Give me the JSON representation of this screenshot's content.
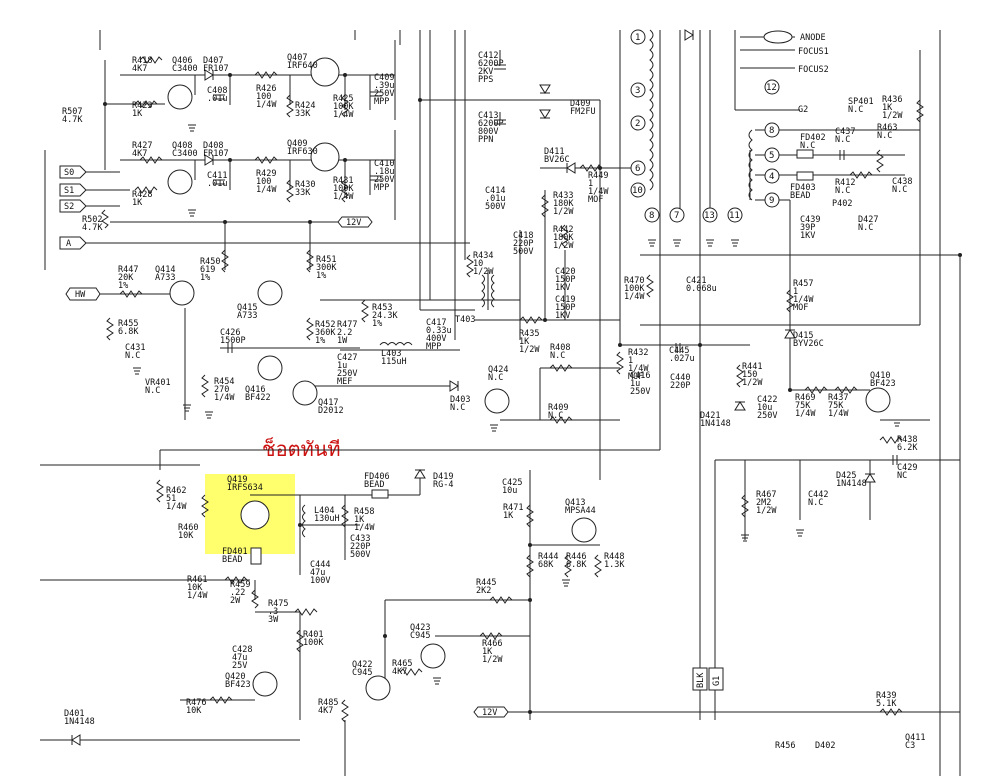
{
  "annotation": "ช็อตทันที",
  "highlight_color": "#ffff55",
  "annotation_color": "#cc1111",
  "net_labels": {
    "s0": "S0",
    "s1": "S1",
    "s2": "S2",
    "a": "A",
    "hw": "HW",
    "v12_top": "12V",
    "v12_bottom": "12V",
    "blk": "BLK",
    "g1": "G1",
    "anode": "ANODE",
    "focus1": "FOCUS1",
    "focus2": "FOCUS2",
    "g2": "G2"
  },
  "components": [
    {
      "ref": "R418",
      "value": "4K7"
    },
    {
      "ref": "Q406",
      "value": "C3400"
    },
    {
      "ref": "D407",
      "value": "FR107"
    },
    {
      "ref": "Q407",
      "value": "IRF640"
    },
    {
      "ref": "C412",
      "value": "6200P 2KV PPS"
    },
    {
      "ref": "R507",
      "value": "4.7K"
    },
    {
      "ref": "R423",
      "value": "1K"
    },
    {
      "ref": "C408",
      "value": ".01u"
    },
    {
      "ref": "R426",
      "value": "100 1/4W"
    },
    {
      "ref": "R424",
      "value": "33K"
    },
    {
      "ref": "R425",
      "value": "100K 1/4W"
    },
    {
      "ref": "C409",
      "value": ".39u 250V MPP"
    },
    {
      "ref": "C413",
      "value": "6200P 800V PPN"
    },
    {
      "ref": "D409",
      "value": "FM2FU"
    },
    {
      "ref": "R427",
      "value": "4K7"
    },
    {
      "ref": "Q408",
      "value": "C3400"
    },
    {
      "ref": "D408",
      "value": "FR107"
    },
    {
      "ref": "Q409",
      "value": "IRF630"
    },
    {
      "ref": "C410",
      "value": ".18u 250V MPP"
    },
    {
      "ref": "R428",
      "value": "1K"
    },
    {
      "ref": "C411",
      "value": ".01u"
    },
    {
      "ref": "R429",
      "value": "100 1/4W"
    },
    {
      "ref": "R430",
      "value": "33K"
    },
    {
      "ref": "R431",
      "value": "100K 1/4W"
    },
    {
      "ref": "R502",
      "value": "4.7K"
    },
    {
      "ref": "D411",
      "value": "BV26C"
    },
    {
      "ref": "R449",
      "value": "1 1/4W MOF"
    },
    {
      "ref": "C414",
      "value": ".01u 500V"
    },
    {
      "ref": "R433",
      "value": "180K 1/2W"
    },
    {
      "ref": "R442",
      "value": "180K 1/2W"
    },
    {
      "ref": "C418",
      "value": "220P 500V"
    },
    {
      "ref": "C420",
      "value": "150P 1KV"
    },
    {
      "ref": "C419",
      "value": "150P 1KV"
    },
    {
      "ref": "R434",
      "value": "10 1/2W"
    },
    {
      "ref": "T403",
      "value": ""
    },
    {
      "ref": "R435",
      "value": "1K 1/2W"
    },
    {
      "ref": "R450",
      "value": "619 1%"
    },
    {
      "ref": "R451",
      "value": "300K 1%"
    },
    {
      "ref": "R447",
      "value": "20K 1%"
    },
    {
      "ref": "Q414",
      "value": "A733"
    },
    {
      "ref": "Q415",
      "value": "A733"
    },
    {
      "ref": "R453",
      "value": "24.3K 1%"
    },
    {
      "ref": "R455",
      "value": "6.8K"
    },
    {
      "ref": "C426",
      "value": "1500P"
    },
    {
      "ref": "R452",
      "value": "360K 1%"
    },
    {
      "ref": "R477",
      "value": "2.2 1W"
    },
    {
      "ref": "C417",
      "value": "0.33u 400V MPP"
    },
    {
      "ref": "C427",
      "value": "1u 250V MEF"
    },
    {
      "ref": "L403",
      "value": "115uH"
    },
    {
      "ref": "C431",
      "value": "N.C"
    },
    {
      "ref": "VR401",
      "value": "N.C"
    },
    {
      "ref": "R454",
      "value": "270 1/4W"
    },
    {
      "ref": "Q416",
      "value": "BF422"
    },
    {
      "ref": "Q417",
      "value": "D2012"
    },
    {
      "ref": "D403",
      "value": "N.C"
    },
    {
      "ref": "Q424",
      "value": "N.C"
    },
    {
      "ref": "R408",
      "value": "N.C"
    },
    {
      "ref": "R409",
      "value": "N.C"
    },
    {
      "ref": "R432",
      "value": "1 1/4W MOF"
    },
    {
      "ref": "C445",
      "value": ".027u"
    },
    {
      "ref": "C440",
      "value": "220P"
    },
    {
      "ref": "C416",
      "value": "1u 250V"
    },
    {
      "ref": "R441",
      "value": "150 1/2W"
    },
    {
      "ref": "D421",
      "value": "1N4148"
    },
    {
      "ref": "C422",
      "value": "10u 250V"
    },
    {
      "ref": "R469",
      "value": "75K 1/4W"
    },
    {
      "ref": "R437",
      "value": "75K 1/4W"
    },
    {
      "ref": "Q410",
      "value": "BF423"
    },
    {
      "ref": "R470",
      "value": "100K 1/4W"
    },
    {
      "ref": "C421",
      "value": "0.068u"
    },
    {
      "ref": "R457",
      "value": "1 1/4W MOF"
    },
    {
      "ref": "D415",
      "value": "BYV26C"
    },
    {
      "ref": "SP401",
      "value": "N.C"
    },
    {
      "ref": "R436",
      "value": "1K 1/2W"
    },
    {
      "ref": "FD402",
      "value": "N.C"
    },
    {
      "ref": "C437",
      "value": "N.C"
    },
    {
      "ref": "R463",
      "value": "N.C"
    },
    {
      "ref": "R412",
      "value": "N.C"
    },
    {
      "ref": "FD403",
      "value": "BEAD"
    },
    {
      "ref": "P402",
      "value": ""
    },
    {
      "ref": "C438",
      "value": "N.C"
    },
    {
      "ref": "C439",
      "value": "39P 1KV"
    },
    {
      "ref": "D427",
      "value": "N.C"
    },
    {
      "ref": "Q419",
      "value": "IRFS634"
    },
    {
      "ref": "FD406",
      "value": "BEAD"
    },
    {
      "ref": "D419",
      "value": "RG-4"
    },
    {
      "ref": "R462",
      "value": "51 1/4W"
    },
    {
      "ref": "R460",
      "value": "10K"
    },
    {
      "ref": "FD401",
      "value": "BEAD"
    },
    {
      "ref": "L404",
      "value": "130uH"
    },
    {
      "ref": "R458",
      "value": "1K 1/4W"
    },
    {
      "ref": "C433",
      "value": "220P 500V"
    },
    {
      "ref": "C444",
      "value": "47u 100V"
    },
    {
      "ref": "R461",
      "value": "10K 1/4W"
    },
    {
      "ref": "R459",
      "value": ".22 2W"
    },
    {
      "ref": "R475",
      "value": ".3 3W"
    },
    {
      "ref": "R401",
      "value": "100K"
    },
    {
      "ref": "C428",
      "value": "47u 25V"
    },
    {
      "ref": "Q420",
      "value": "BF423"
    },
    {
      "ref": "R476",
      "value": "10K"
    },
    {
      "ref": "D401",
      "value": "1N4148"
    },
    {
      "ref": "C425",
      "value": "10u"
    },
    {
      "ref": "R471",
      "value": "1K"
    },
    {
      "ref": "Q413",
      "value": "MPSA44"
    },
    {
      "ref": "R444",
      "value": "68K"
    },
    {
      "ref": "R446",
      "value": "6.8K"
    },
    {
      "ref": "R448",
      "value": "1.3K"
    },
    {
      "ref": "R445",
      "value": "2K2"
    },
    {
      "ref": "Q423",
      "value": "C945"
    },
    {
      "ref": "R466",
      "value": "1K 1/2W"
    },
    {
      "ref": "Q422",
      "value": "C945"
    },
    {
      "ref": "R465",
      "value": "4K7"
    },
    {
      "ref": "R485",
      "value": "4K7"
    },
    {
      "ref": "R467",
      "value": "2M2 1/2W"
    },
    {
      "ref": "C442",
      "value": "N.C"
    },
    {
      "ref": "D425",
      "value": "1N4148"
    },
    {
      "ref": "R438",
      "value": "6.2K"
    },
    {
      "ref": "C429",
      "value": "NC"
    },
    {
      "ref": "R439",
      "value": "5.1K"
    },
    {
      "ref": "Q411",
      "value": "C3"
    },
    {
      "ref": "R456",
      "value": ""
    },
    {
      "ref": "D402",
      "value": ""
    }
  ],
  "fbt_pins": [
    "1",
    "3",
    "2",
    "6",
    "10",
    "8",
    "7",
    "13",
    "11",
    "12",
    "8",
    "5",
    "4",
    "9"
  ]
}
